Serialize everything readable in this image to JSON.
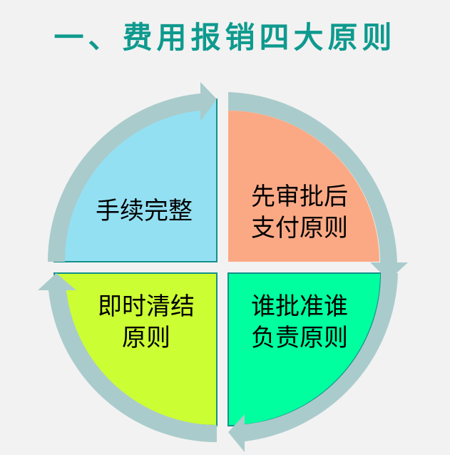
{
  "title": "一、费用报销四大原则",
  "quadrants": [
    {
      "position": "top-left",
      "label_line1": "手续完整",
      "label_line2": "",
      "color": "#93e0f3"
    },
    {
      "position": "top-right",
      "label_line1": "先审批后",
      "label_line2": "支付原则",
      "color": "#fba985"
    },
    {
      "position": "bottom-right",
      "label_line1": "谁批准谁",
      "label_line2": "负责原则",
      "color": "#00ff9e"
    },
    {
      "position": "bottom-left",
      "label_line1": "即时清结",
      "label_line2": "原则",
      "color": "#ccff33"
    }
  ],
  "colors": {
    "background": "#f2f2f2",
    "title": "#0e9a8e",
    "arrow": "#aacbcb",
    "border": "#14908a"
  }
}
